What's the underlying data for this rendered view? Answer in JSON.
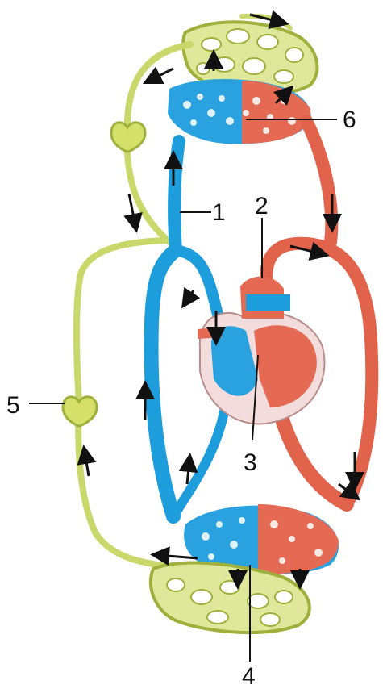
{
  "labels": {
    "l1": "1",
    "l2": "2",
    "l3": "3",
    "l4": "4",
    "l5": "5",
    "l6": "6"
  },
  "colors": {
    "lymph": "#c9d86a",
    "lymph_stroke": "#9fb03c",
    "vein": "#1e9ddc",
    "artery": "#e2634c",
    "heart_wall": "#f0d3d3",
    "leader": "#111111"
  },
  "icons": {
    "lymph_node": "lymph-node-icon",
    "heart": "heart-icon",
    "arrow": "flow-arrow-icon"
  }
}
